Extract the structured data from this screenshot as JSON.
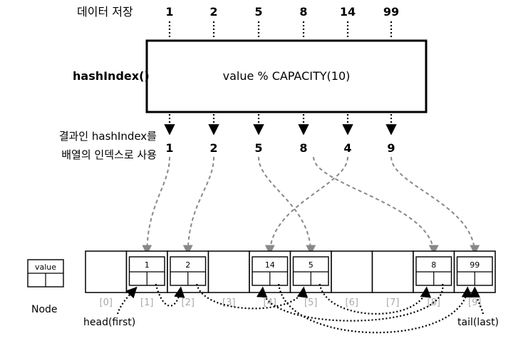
{
  "top": {
    "label": "데이터 저장",
    "values": [
      "1",
      "2",
      "5",
      "8",
      "14",
      "99"
    ]
  },
  "hash_box": {
    "side_label": "hashIndex()",
    "formula": "value % CAPACITY(10)"
  },
  "result": {
    "label_line1": "결과인 hashIndex를",
    "label_line2": "배열의 인덱스로 사용",
    "values": [
      "1",
      "2",
      "5",
      "8",
      "4",
      "9"
    ]
  },
  "array": {
    "indices": [
      "[0]",
      "[1]",
      "[2]",
      "[3]",
      "[4]",
      "[5]",
      "[6]",
      "[7]",
      "[8]",
      "[9]"
    ],
    "node_values": {
      "1": "1",
      "2": "2",
      "4": "14",
      "5": "5",
      "8": "8",
      "9": "99"
    }
  },
  "legend": {
    "node_value": "value",
    "node_label": "Node"
  },
  "pointers": {
    "head": "head(first)",
    "tail": "tail(last)"
  },
  "colors": {
    "stroke": "#000000",
    "hash_arrow": "#888888",
    "index_text": "#aaaaaa"
  }
}
